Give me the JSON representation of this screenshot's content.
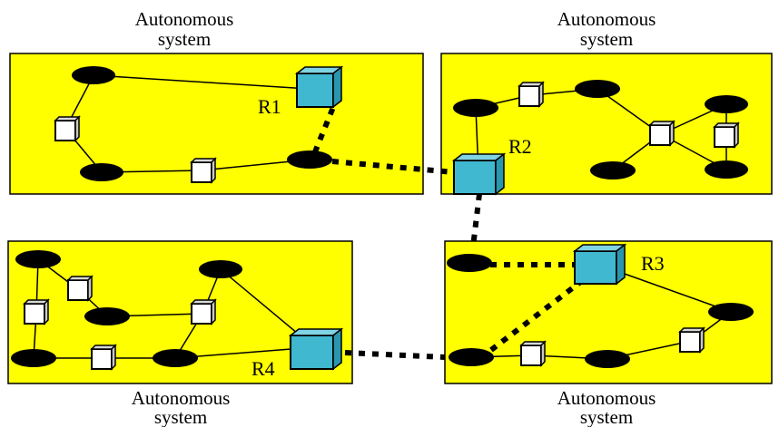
{
  "autonomous_systems": [
    {
      "id": "as-top-left",
      "label_line1": "Autonomous",
      "label_line2": "system"
    },
    {
      "id": "as-top-right",
      "label_line1": "Autonomous",
      "label_line2": "system"
    },
    {
      "id": "as-bottom-left",
      "label_line1": "Autonomous",
      "label_line2": "system"
    },
    {
      "id": "as-bottom-right",
      "label_line1": "Autonomous",
      "label_line2": "system"
    }
  ],
  "routers": [
    {
      "id": "r1",
      "label": "R1"
    },
    {
      "id": "r2",
      "label": "R2"
    },
    {
      "id": "r3",
      "label": "R3"
    },
    {
      "id": "r4",
      "label": "R4"
    }
  ],
  "colors": {
    "as_fill": "#ffff00",
    "border_router_fill": "#40b8d0",
    "internal_router_fill": "#ffffff",
    "network": "#000000",
    "link": "#000000"
  }
}
